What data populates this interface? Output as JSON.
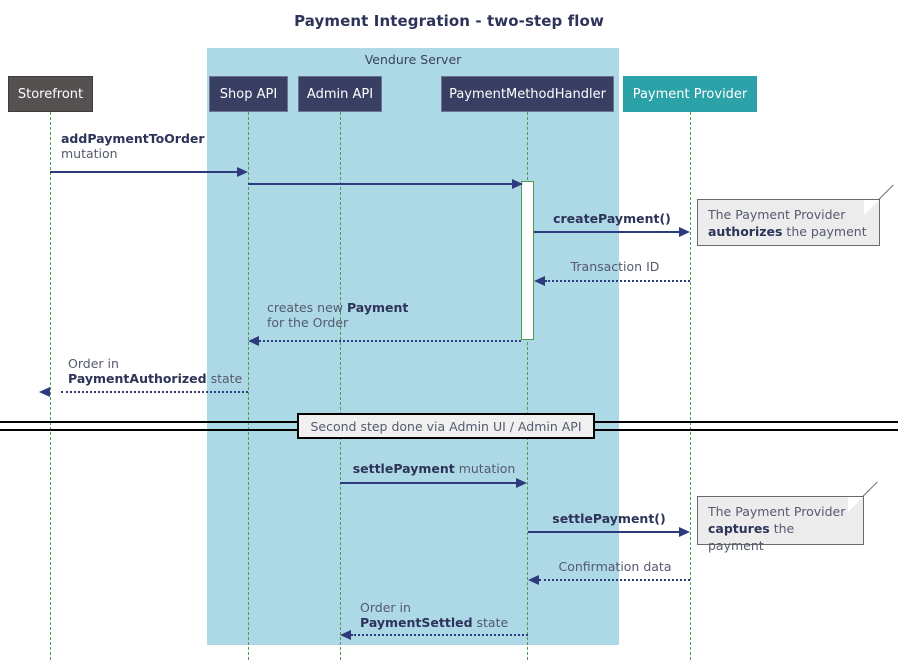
{
  "title": "Payment Integration - two-step flow",
  "group": {
    "label": "Vendure Server",
    "color": "#ADD8E6"
  },
  "colors": {
    "storefront": "#555150",
    "api": "#393e63",
    "provider": "#2ba2a8",
    "lifeline": "#4f9b4f",
    "arrow": "#2d3a7b",
    "note_bg": "#ececec",
    "text": "#555a6e",
    "bold_text": "#2d3359"
  },
  "participants": [
    {
      "name": "storefront",
      "label": "Storefront"
    },
    {
      "name": "shop-api",
      "label": "Shop API"
    },
    {
      "name": "admin-api",
      "label": "Admin API"
    },
    {
      "name": "payment-method-handler",
      "label": "PaymentMethodHandler"
    },
    {
      "name": "payment-provider",
      "label": "Payment Provider"
    }
  ],
  "messages": [
    {
      "id": "add-payment-to-order",
      "from": "storefront",
      "to": "shop-api",
      "label_bold": "addPaymentToOrder",
      "label_plain": "mutation",
      "style": "solid"
    },
    {
      "id": "shop-api-to-handler",
      "from": "shop-api",
      "to": "payment-method-handler",
      "label_bold": "",
      "label_plain": "",
      "style": "solid"
    },
    {
      "id": "create-payment",
      "from": "payment-method-handler",
      "to": "payment-provider",
      "label_bold": "createPayment()",
      "label_plain": "",
      "style": "solid"
    },
    {
      "id": "transaction-id",
      "from": "payment-provider",
      "to": "payment-method-handler",
      "label_bold": "",
      "label_plain": "Transaction ID",
      "style": "dotted"
    },
    {
      "id": "creates-new-payment",
      "from": "payment-method-handler",
      "to": "shop-api",
      "label_line1_plain": "creates new ",
      "label_line1_bold": "Payment",
      "label_line2_plain": "for the Order",
      "style": "dotted"
    },
    {
      "id": "order-payment-authorized",
      "from": "shop-api",
      "to": "storefront",
      "label_line1_plain": "Order in",
      "label_line2_bold": "PaymentAuthorized",
      "label_line2_plain": " state",
      "style": "dotted"
    },
    {
      "id": "settle-payment-mutation",
      "from": "admin-api",
      "to": "payment-method-handler",
      "label_bold": "settlePayment",
      "label_plain": " mutation",
      "style": "solid"
    },
    {
      "id": "settle-payment-call",
      "from": "payment-method-handler",
      "to": "payment-provider",
      "label_bold": "settlePayment()",
      "label_plain": "",
      "style": "solid"
    },
    {
      "id": "confirmation-data",
      "from": "payment-provider",
      "to": "payment-method-handler",
      "label_bold": "",
      "label_plain": "Confirmation data",
      "style": "dotted"
    },
    {
      "id": "order-payment-settled",
      "from": "payment-method-handler",
      "to": "admin-api",
      "label_line1_plain": "Order in",
      "label_line2_bold": "PaymentSettled",
      "label_line2_plain": " state",
      "style": "dotted"
    }
  ],
  "notes": [
    {
      "id": "note-authorizes",
      "line1": "The Payment Provider",
      "line2_bold": "authorizes",
      "line2_plain": " the payment"
    },
    {
      "id": "note-captures",
      "line1": "The Payment Provider",
      "line2_bold": "captures",
      "line2_plain": " the payment"
    }
  ],
  "divider": {
    "label": "Second step done via Admin UI / Admin API"
  }
}
